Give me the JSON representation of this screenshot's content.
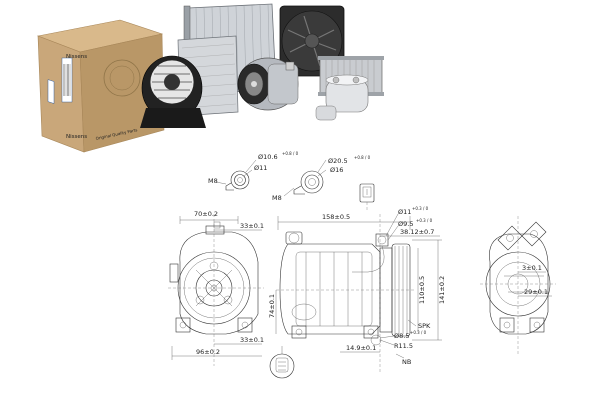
{
  "photo": {
    "brand_label": "Nissens",
    "brand_label_side": "Nissens",
    "box_tagline": "Original Quality Parts",
    "colors": {
      "box": "#c9a77a",
      "box_dark": "#a88759",
      "metal": "#b8bcc2",
      "black": "#222222",
      "brand_blue": "#1b4f9c"
    }
  },
  "drawing": {
    "front": {
      "dim_70": "70±0.2",
      "dim_33_top": "33±0.1",
      "dim_33_bottom": "33±0.1",
      "dim_96": "96±0.2"
    },
    "ports": {
      "m8_left": "M8",
      "m8_right": "M8",
      "port1_outer": "Ø10.6",
      "port1_outer_tol": "+0.8 / 0",
      "port1_inner": "Ø11",
      "port2_outer": "Ø20.5",
      "port2_outer_tol": "+0.8 / 0",
      "port2_inner": "Ø16"
    },
    "side": {
      "dim_158": "158±0.5",
      "dim_11": "Ø11",
      "dim_11_tol": "+0.3 / 0",
      "dim_9_5": "Ø9.5",
      "dim_9_5_tol": "+0.3 / 0",
      "dim_38": "38.12±0.7",
      "dim_74": "74±0.1",
      "dim_110": "110±0.5",
      "dim_141": "141±0.2",
      "dim_8_5": "Ø8.5",
      "dim_8_5_tol": "+0.3 / 0",
      "dim_r11": "R11.5",
      "spk": "SPK",
      "dim_14_9": "14.9±0.1",
      "nb": "NB"
    },
    "rear": {
      "dim_3": "3±0.1",
      "dim_29": "29±0.1"
    }
  }
}
